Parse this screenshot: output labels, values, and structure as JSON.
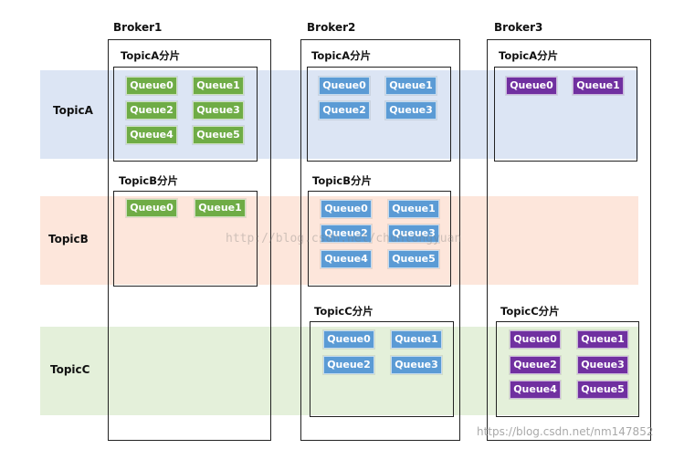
{
  "colors": {
    "topic_a_band": "#dce5f4",
    "topic_b_band": "#fde6db",
    "topic_c_band": "#e4f0da",
    "queue_green": "#6fac46",
    "queue_blue": "#5b9bd5",
    "queue_purple": "#7030a0"
  },
  "bands": [
    {
      "label": "TopicA",
      "color": "#dce5f4"
    },
    {
      "label": "TopicB",
      "color": "#fde6db"
    },
    {
      "label": "TopicC",
      "color": "#e4f0da"
    }
  ],
  "brokers": [
    {
      "title": "Broker1",
      "groups": [
        {
          "title": "TopicA分片",
          "queue_color": "#6fac46",
          "queues": [
            "Queue0",
            "Queue1",
            "Queue2",
            "Queue3",
            "Queue4",
            "Queue5"
          ]
        },
        {
          "title": "TopicB分片",
          "queue_color": "#6fac46",
          "queues": [
            "Queue0",
            "Queue1"
          ]
        }
      ]
    },
    {
      "title": "Broker2",
      "groups": [
        {
          "title": "TopicA分片",
          "queue_color": "#5b9bd5",
          "queues": [
            "Queue0",
            "Queue1",
            "Queue2",
            "Queue3"
          ]
        },
        {
          "title": "TopicB分片",
          "queue_color": "#5b9bd5",
          "queues": [
            "Queue0",
            "Queue1",
            "Queue2",
            "Queue3",
            "Queue4",
            "Queue5"
          ]
        },
        {
          "title": "TopicC分片",
          "queue_color": "#5b9bd5",
          "queues": [
            "Queue0",
            "Queue1",
            "Queue2",
            "Queue3"
          ]
        }
      ]
    },
    {
      "title": "Broker3",
      "groups": [
        {
          "title": "TopicA分片",
          "queue_color": "#7030a0",
          "queues": [
            "Queue0",
            "Queue1"
          ]
        },
        {
          "title": "TopicC分片",
          "queue_color": "#7030a0",
          "queues": [
            "Queue0",
            "Queue1",
            "Queue2",
            "Queue3",
            "Queue4",
            "Queue5"
          ]
        }
      ]
    }
  ],
  "watermark": "http://blog.csdn.net/chunlongyuan",
  "footer_watermark": "https://blog.csdn.net/nm147852"
}
